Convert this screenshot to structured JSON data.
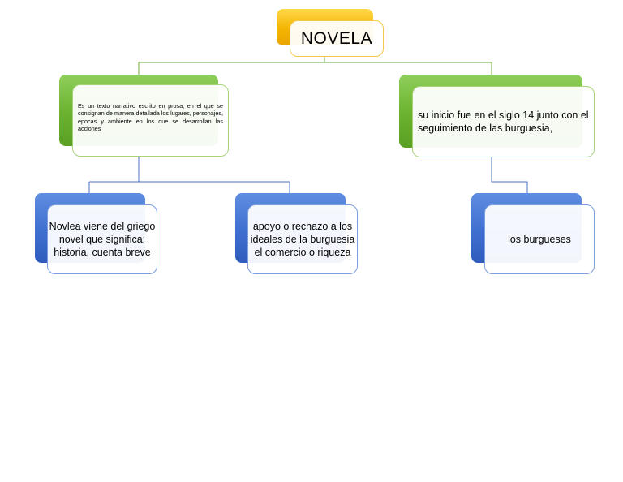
{
  "diagram": {
    "title": "NOVELA",
    "definition": "Es un texto narrativo escrito en prosa, en el que se consignan de manera detallada los lugares, personajes, epocas y ambiente en los que se desarrollan las acciones",
    "origin": "su inicio fue en el siglo 14 junto con el seguimiento de las burguesia,",
    "etymology": "Novlea viene del griego novel que significa: historia, cuenta breve",
    "ideals": "apoyo o rechazo a los ideales de la burguesia el comercio  o riqueza",
    "bourgeois": "los burgueses"
  },
  "colors": {
    "connector": "#6fae3c",
    "connector_blue": "#4a70c0",
    "title_accent": "#f5b400",
    "branch_accent": "#6bb22f",
    "leaf_accent": "#3e6fd0"
  }
}
